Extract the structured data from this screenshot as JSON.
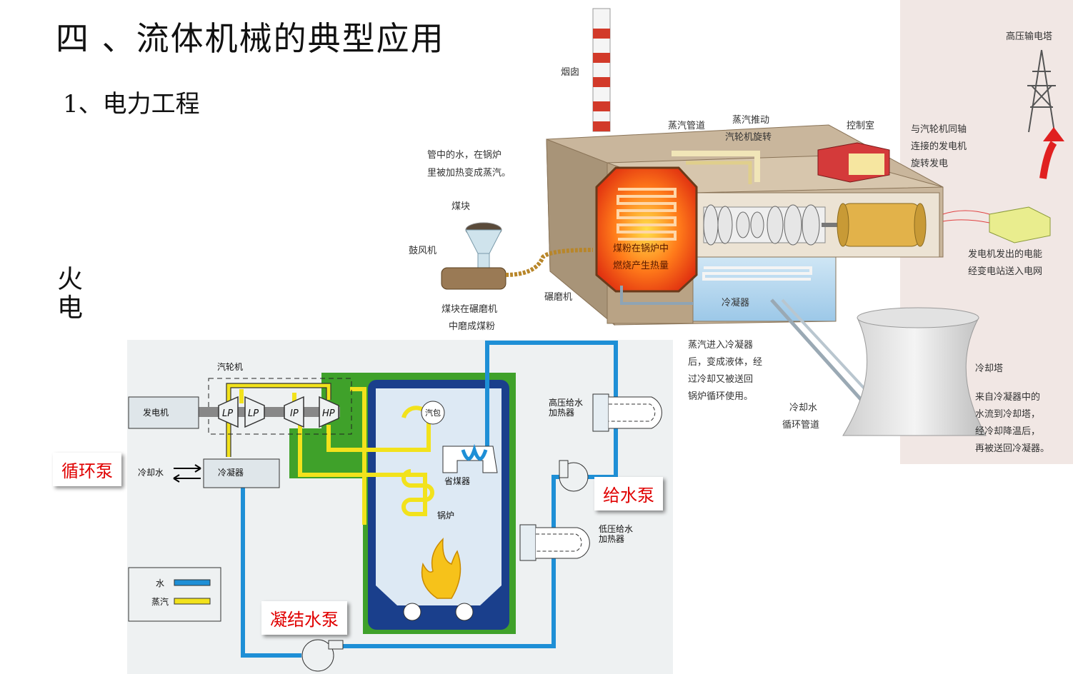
{
  "header": {
    "title": "四 、流体机械的典型应用",
    "subtitle": "1、电力工程",
    "side_label": "火电"
  },
  "plant_illustration": {
    "labels": {
      "chimney": "烟囱",
      "tower": "高压输电塔",
      "pipe_water": [
        "管中的水，在锅炉",
        "里被加热变成蒸汽。"
      ],
      "steam_pipe": "蒸汽管道",
      "steam_push": [
        "蒸汽推动",
        "汽轮机旋转"
      ],
      "control_room": "控制室",
      "generator_coax": [
        "与汽轮机同轴",
        "连接的发电机",
        "旋转发电"
      ],
      "coal": "煤块",
      "blower": "鼓风机",
      "mill": "碾磨机",
      "coal_grind": [
        "煤块在碾磨机",
        "中磨成煤粉"
      ],
      "furnace": [
        "煤粉在锅炉中",
        "燃烧产生热量"
      ],
      "condenser": "冷凝器",
      "grid": [
        "发电机发出的电能",
        "经变电站送入电网"
      ],
      "steam_condense": [
        "蒸汽进入冷凝器",
        "后，变成液体，经",
        "过冷却又被送回",
        "锅炉循环使用。"
      ],
      "cooling_pipe": [
        "冷却水",
        "循环管道"
      ],
      "cooling_tower": "冷却塔",
      "cooling_desc": [
        "来自冷凝器中的",
        "水流到冷却塔，",
        "经冷却降温后，",
        "再被送回冷凝器。"
      ]
    }
  },
  "schematic": {
    "labels": {
      "turbine": "汽轮机",
      "generator": "发电机",
      "lp1": "LP",
      "lp2": "LP",
      "ip": "IP",
      "hp": "HP",
      "drum": "汽包",
      "economizer": "省煤器",
      "boiler": "锅炉",
      "cooling_water": "冷却水",
      "condenser": "冷凝器",
      "hp_heater": [
        "高压给水",
        "加热器"
      ],
      "lp_heater": [
        "低压给水",
        "加热器"
      ]
    },
    "legend": [
      {
        "label": "水",
        "color": "#1e8fd6"
      },
      {
        "label": "蒸汽",
        "color": "#f2e21c"
      }
    ]
  },
  "callouts": {
    "circulation_pump": "循环泵",
    "feed_pump": "给水泵",
    "condensate_pump": "凝结水泵"
  },
  "colors": {
    "water": "#1e8fd6",
    "steam": "#f2e21c",
    "boiler_green": "#3fa12a",
    "boiler_blue": "#1a3f8c",
    "callout_text": "#e00000"
  }
}
